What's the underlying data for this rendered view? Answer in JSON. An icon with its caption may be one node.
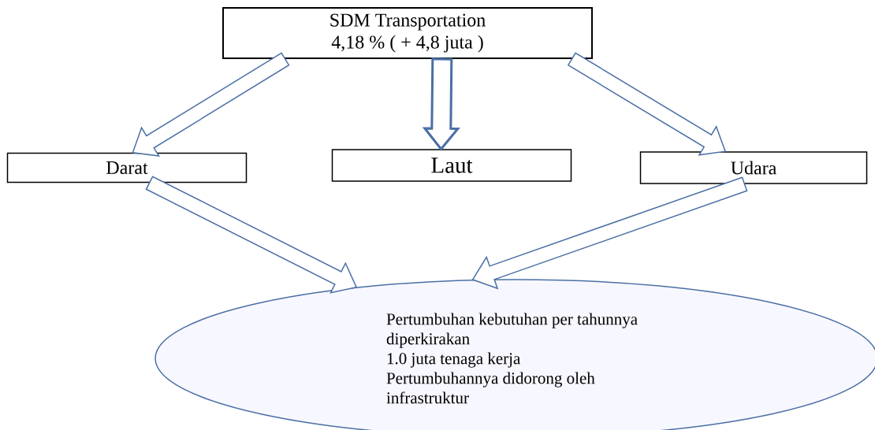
{
  "diagram": {
    "nodes": [
      {
        "text": [
          "SDM Transportation",
          "4,18 % ( + 4,8 juta )"
        ]
      },
      {
        "text": [
          "Darat"
        ]
      },
      {
        "text": [
          "Laut"
        ]
      },
      {
        "text": [
          "Udara"
        ]
      },
      {
        "text": [
          "Pertumbuhan kebutuhan per tahunnya diperkirakan",
          "1.0 juta tenaga kerja",
          "Pertumbuhannya didorong oleh infrastruktur"
        ]
      }
    ],
    "edges": [
      {
        "from": 0,
        "to": 1,
        "arrow": "to"
      },
      {
        "from": 0,
        "to": 2,
        "arrow": "to",
        "style": "thick"
      },
      {
        "from": 0,
        "to": 3,
        "arrow": "to"
      },
      {
        "from": 1,
        "to": 4,
        "arrow": "to"
      },
      {
        "from": 3,
        "to": 4,
        "arrow": "to"
      }
    ]
  }
}
